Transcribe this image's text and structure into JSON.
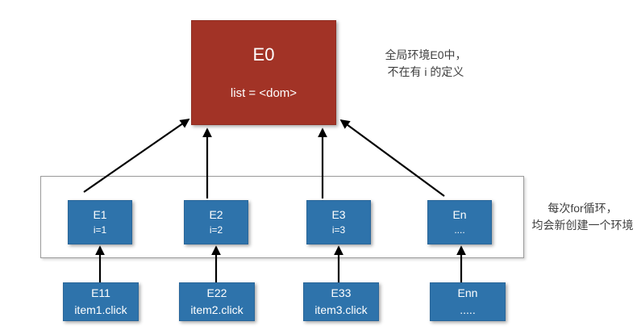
{
  "diagram": {
    "title": "JavaScript closure scope-chain diagram",
    "colors": {
      "global_env": "#a23326",
      "loop_env": "#2e73ab",
      "group_border": "#9a9a9a",
      "arrow": "#000000",
      "annotation_text": "#3f3f3f",
      "background": "#ffffff"
    },
    "global_environment": {
      "name": "E0",
      "detail": "list = <dom>"
    },
    "loop_environments": [
      {
        "name": "E1",
        "detail": "i=1"
      },
      {
        "name": "E2",
        "detail": "i=2"
      },
      {
        "name": "E3",
        "detail": "i=3"
      },
      {
        "name": "En",
        "detail": "...."
      }
    ],
    "handler_environments": [
      {
        "name": "E11",
        "detail": "item1.click"
      },
      {
        "name": "E22",
        "detail": "item2.click"
      },
      {
        "name": "E33",
        "detail": "item3.click"
      },
      {
        "name": "Enn",
        "detail": "....."
      }
    ],
    "annotations": {
      "global_note": "全局环境E0中，\n不在有 i 的定义",
      "loop_note": "每次for循环，\n均会新创建一个环境"
    }
  }
}
